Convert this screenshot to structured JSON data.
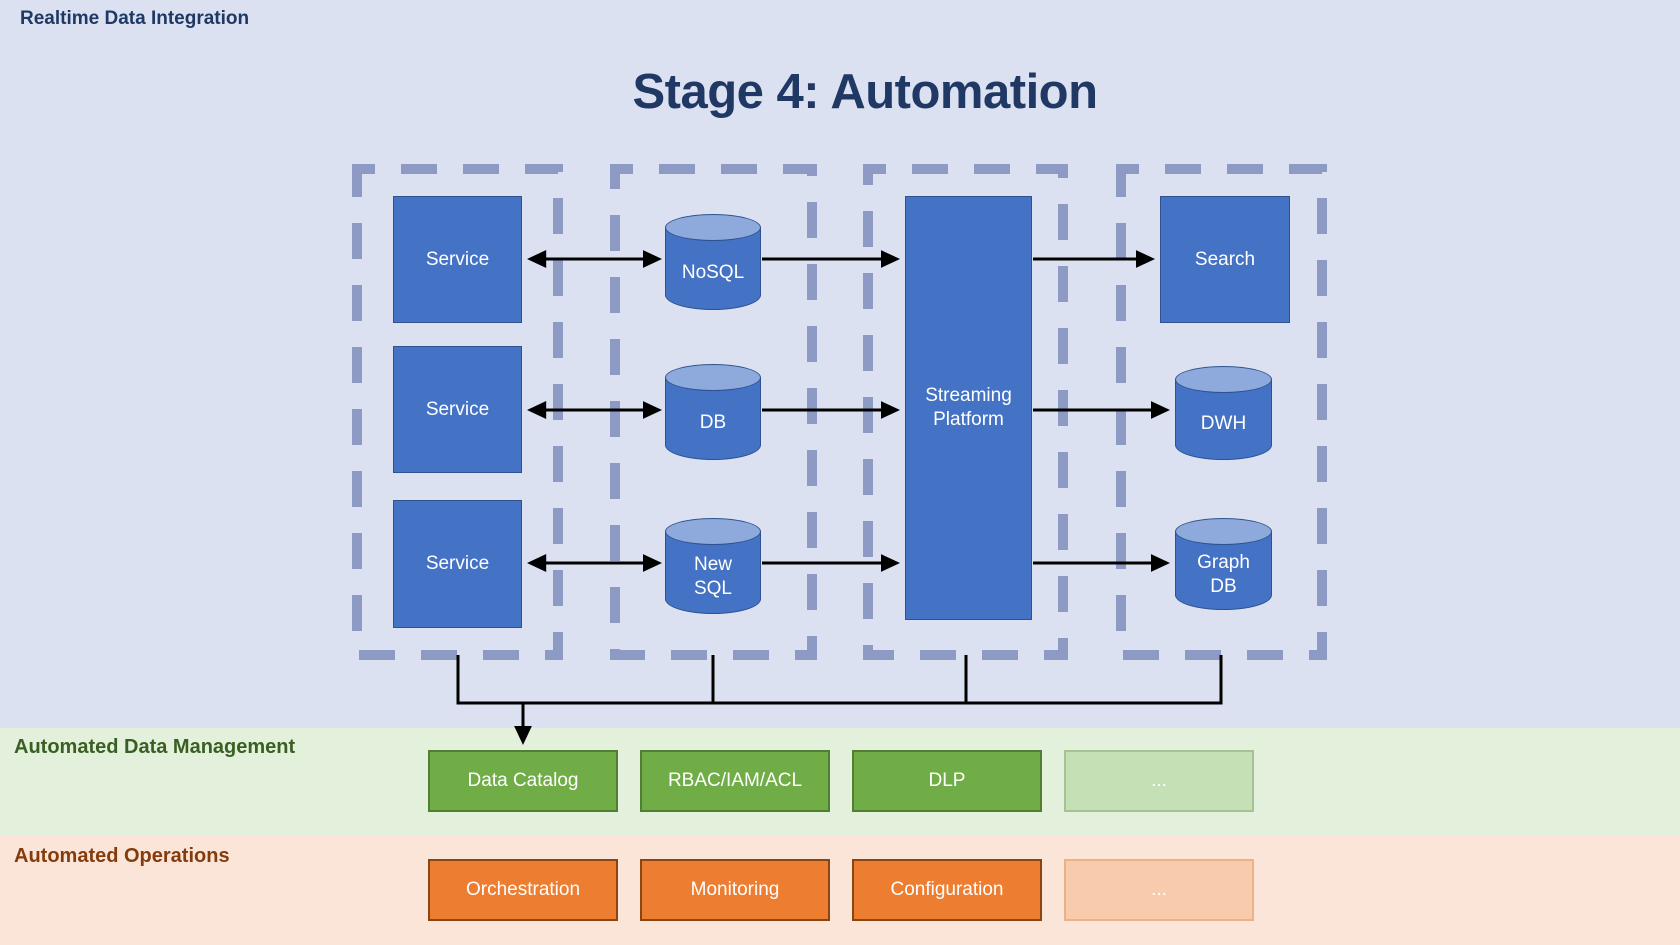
{
  "page": {
    "corner_label": "Realtime Data Integration",
    "title": "Stage 4: Automation"
  },
  "pipeline": {
    "services": [
      "Service",
      "Service",
      "Service"
    ],
    "databases": [
      "NoSQL",
      "DB",
      "New SQL"
    ],
    "streaming_platform": "Streaming Platform",
    "outputs": [
      "Search",
      "DWH",
      "Graph DB"
    ]
  },
  "bands": [
    {
      "label": "Automated Data Management",
      "boxes": [
        "Data Catalog",
        "RBAC/IAM/ACL",
        "DLP",
        "..."
      ]
    },
    {
      "label": "Automated Operations",
      "boxes": [
        "Orchestration",
        "Monitoring",
        "Configuration",
        "..."
      ]
    }
  ],
  "colors": {
    "background": "#dbe1f1",
    "dashed_border": "#8d9bc4",
    "node_fill": "#4472c4",
    "node_border": "#2f528f",
    "cylinder_top": "#8ea9db",
    "arrow": "#000000",
    "title_text": "#203864",
    "mgmt_band": "#e3f0db",
    "mgmt_label_text": "#3a5f23",
    "mgmt_box": "#70ad47",
    "mgmt_box_border": "#507e32",
    "mgmt_box_muted": "#c5e0b4",
    "ops_band": "#fbe5d9",
    "ops_label_text": "#843c0c",
    "ops_box": "#ed7d31",
    "ops_box_border": "#8a4515",
    "ops_box_muted": "#f8cbad"
  }
}
